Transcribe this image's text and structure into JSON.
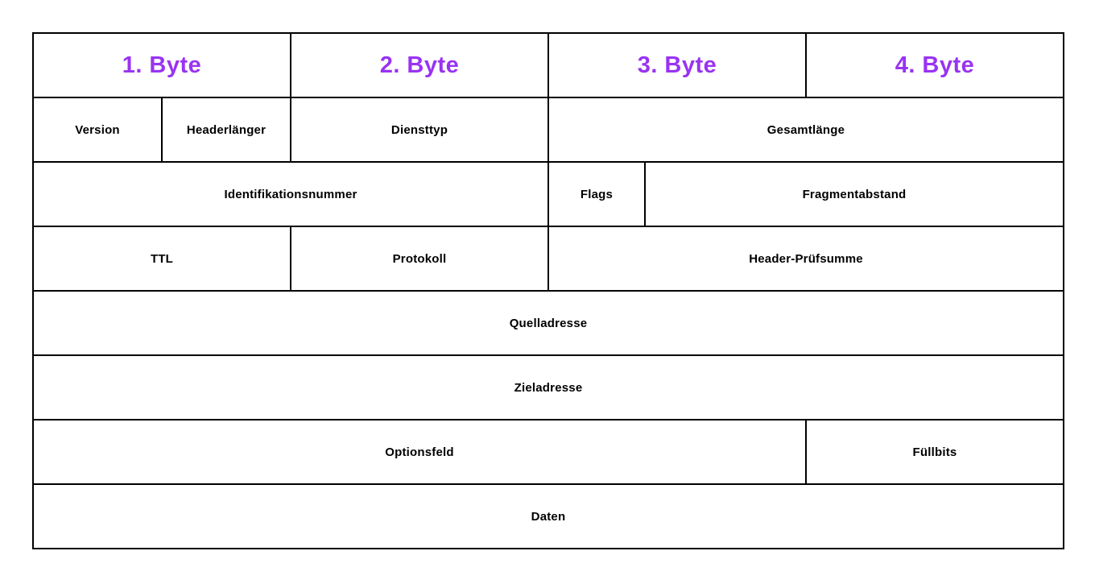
{
  "diagram": {
    "byte_headers": [
      "1. Byte",
      "2. Byte",
      "3. Byte",
      "4. Byte"
    ],
    "fields": {
      "version": "Version",
      "header_length": "Headerlänger",
      "service_type": "Diensttyp",
      "total_length": "Gesamtlänge",
      "identification": "Identifikationsnummer",
      "flags": "Flags",
      "fragment_offset": "Fragmentabstand",
      "ttl": "TTL",
      "protocol": "Protokoll",
      "header_checksum": "Header-Prüfsumme",
      "source_address": "Quelladresse",
      "destination_address": "Zieladresse",
      "options": "Optionsfeld",
      "padding": "Füllbits",
      "data": "Daten"
    },
    "colors": {
      "byte_header_text": "#9933f2",
      "field_text": "#000000",
      "border": "#000000",
      "background": "#ffffff"
    }
  }
}
